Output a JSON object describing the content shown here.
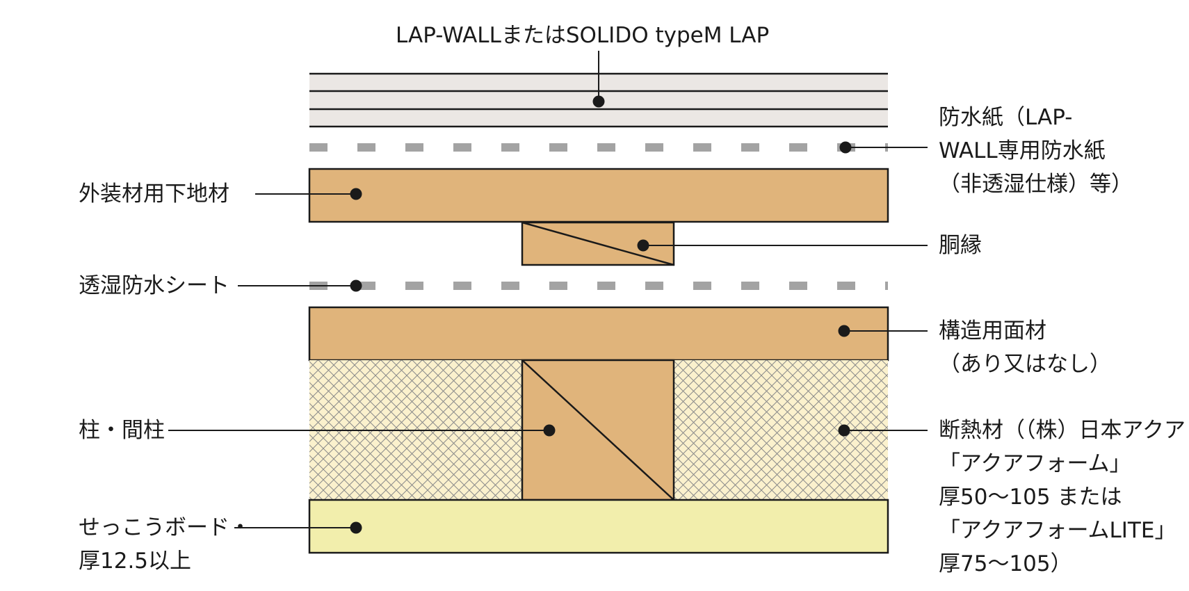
{
  "labels": {
    "top": "LAP-WALLまたはSOLIDO typeM LAP",
    "waterproof_paper": [
      "防水紙（LAP-",
      "WALL専用防水紙",
      "（非透湿仕様）等）"
    ],
    "furring_base": "外装材用下地材",
    "batten": "胴縁",
    "breathable_sheet": "透湿防水シート",
    "structural_panel": [
      "構造用面材",
      "（あり又はなし）"
    ],
    "post": "柱・間柱",
    "insulation": [
      "断熱材（（株）日本アクア",
      "「アクアフォーム」",
      "厚50〜105 または",
      "「アクアフォームLITE」",
      "厚75〜105）"
    ],
    "gypsum": [
      "せっこうボード・",
      "厚12.5以上"
    ]
  },
  "colors": {
    "wood": "#e0b47b",
    "siding": "#ebe7e4",
    "insulation": "#fbf1cd",
    "gypsum": "#f2eeac",
    "sheet_dash": "#a3a3a3",
    "line": "#1a1a1a"
  }
}
